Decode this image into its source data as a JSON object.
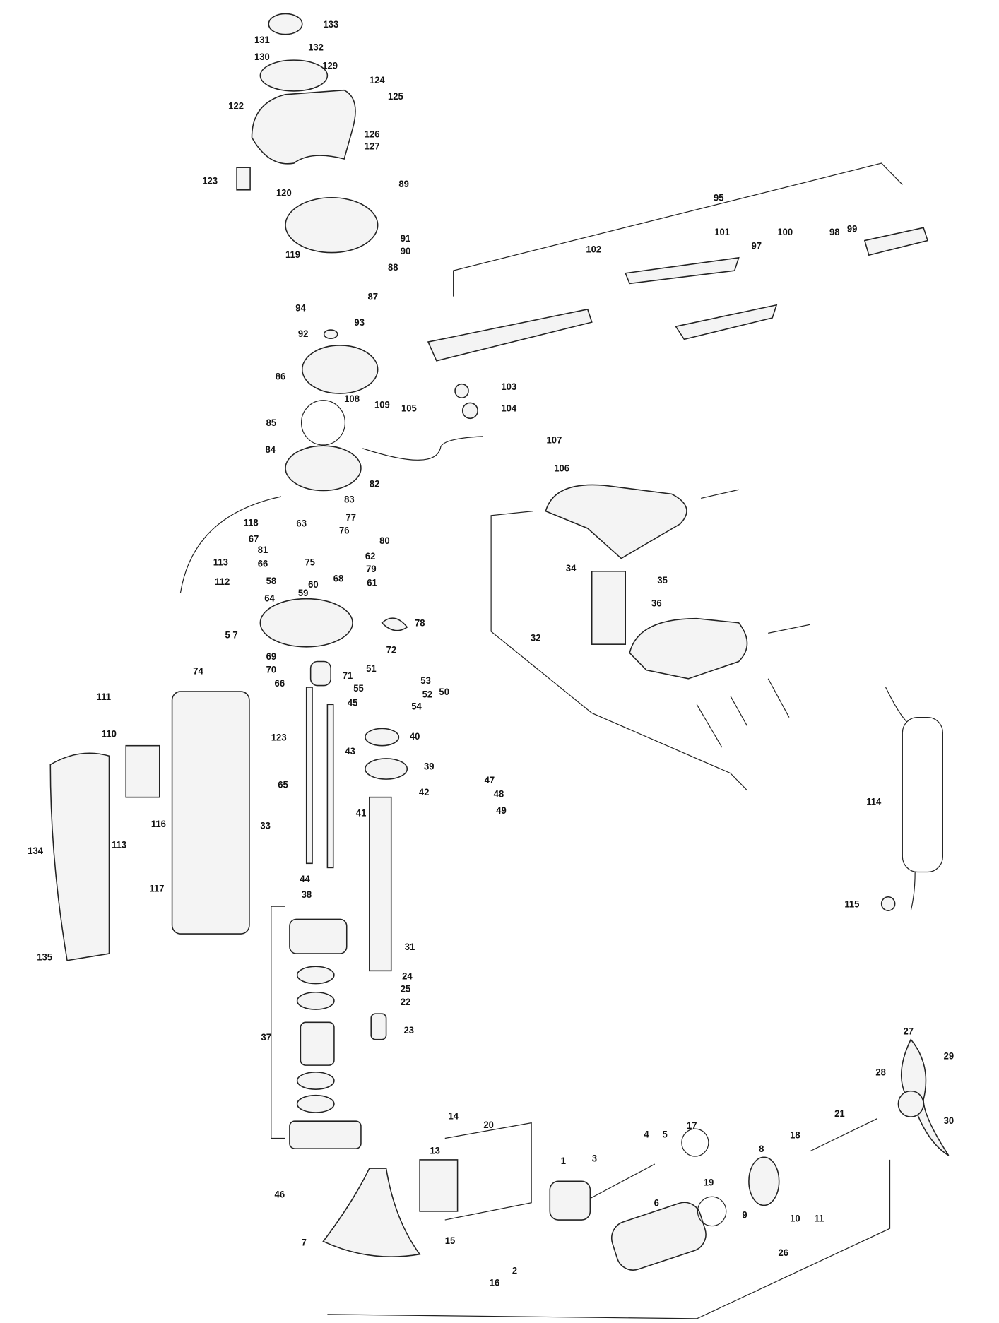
{
  "diagram": {
    "type": "exploded parts diagram",
    "labels": [
      "133",
      "131",
      "132",
      "130",
      "129",
      "124",
      "125",
      "122",
      "126",
      "127",
      "123",
      "120",
      "89",
      "95",
      "101",
      "100",
      "98",
      "99",
      "102",
      "97",
      "91",
      "90",
      "119",
      "88",
      "87",
      "94",
      "93",
      "92",
      "86",
      "108",
      "109",
      "105",
      "103",
      "104",
      "85",
      "84",
      "107",
      "106",
      "82",
      "83",
      "118",
      "63",
      "77",
      "67",
      "76",
      "80",
      "81",
      "62",
      "66",
      "75",
      "79",
      "68",
      "61",
      "58",
      "60",
      "113",
      "112",
      "59",
      "64",
      "78",
      "5 7",
      "72",
      "69",
      "70",
      "51",
      "53",
      "55",
      "52",
      "50",
      "54",
      "71",
      "74",
      "111",
      "66",
      "45",
      "123",
      "110",
      "40",
      "43",
      "39",
      "65",
      "47",
      "48",
      "42",
      "49",
      "41",
      "33",
      "116",
      "113",
      "134",
      "117",
      "44",
      "38",
      "115",
      "114",
      "135",
      "31",
      "24",
      "25",
      "22",
      "23",
      "37",
      "32",
      "34",
      "35",
      "36",
      "27",
      "29",
      "28",
      "30",
      "14",
      "20",
      "17",
      "13",
      "3",
      "4",
      "5",
      "21",
      "18",
      "8",
      "1",
      "6",
      "19",
      "9",
      "10",
      "11",
      "46",
      "7",
      "15",
      "2",
      "16",
      "26"
    ]
  }
}
